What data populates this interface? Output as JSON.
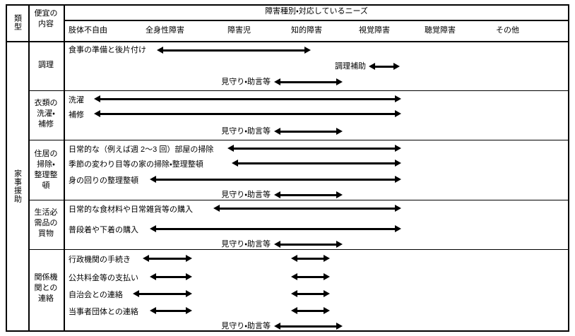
{
  "table": {
    "columns": {
      "type_header": "類型",
      "content_header": "便宜の内容",
      "content_header_l1": "便宜の",
      "content_header_l2": "内容",
      "needs_header": "障害種別・対応しているニーズ",
      "disability_types": [
        "肢体不自由",
        "全身性障害",
        "障害児",
        "知的障害",
        "視覚障害",
        "聴覚障害",
        "その他"
      ]
    },
    "type_label": "家事援助",
    "watch_label": "見守り・助言等",
    "groups": [
      {
        "name": "調理",
        "name_lines": [
          "調理"
        ],
        "items": [
          {
            "label": "食事の準備と後片付け",
            "arrows": [
              {
                "from": 222,
                "to": 440
              }
            ]
          },
          {
            "label": "調理補助",
            "label_align": "right",
            "arrows": [
              {
                "from": 522,
                "to": 566
              }
            ]
          }
        ],
        "watch": {
          "from": 388,
          "to": 485
        }
      },
      {
        "name": "衣類の洗濯・補修",
        "name_lines": [
          "衣類の",
          "洗濯・",
          "補修"
        ],
        "items": [
          {
            "label": "洗濯",
            "arrows": [
              {
                "from": 133,
                "to": 568
              }
            ]
          },
          {
            "label": "補修",
            "arrows": [
              {
                "from": 133,
                "to": 568
              }
            ]
          }
        ],
        "watch": {
          "from": 388,
          "to": 485
        }
      },
      {
        "name": "住居の掃除・整理整頓",
        "name_lines": [
          "住居の",
          "掃除・",
          "整理整",
          "頓"
        ],
        "items": [
          {
            "label": "日常的な（例えば週 2〜3 回）部屋の掃除",
            "arrows": [
              {
                "from": 322,
                "to": 568
              }
            ]
          },
          {
            "label": "季節の変わり目等の家の掃除・整理整頓",
            "arrows": [
              {
                "from": 328,
                "to": 568
              }
            ]
          },
          {
            "label": "身の回りの整理整頓",
            "arrows": [
              {
                "from": 212,
                "to": 568
              }
            ]
          }
        ],
        "watch": {
          "from": 388,
          "to": 485
        }
      },
      {
        "name": "生活必需品の買物",
        "name_lines": [
          "生活必",
          "需品の",
          "買物"
        ],
        "items": [
          {
            "label": "日常的な食材料や日常雑貨等の購入",
            "arrows": [
              {
                "from": 302,
                "to": 568
              }
            ]
          },
          {
            "label": "普段着や下着の購入",
            "arrows": [
              {
                "from": 212,
                "to": 568
              }
            ]
          }
        ],
        "watch": {
          "from": 388,
          "to": 485
        }
      },
      {
        "name": "関係機関との連絡",
        "name_lines": [
          "関係機",
          "関との",
          "連絡"
        ],
        "items": [
          {
            "label": "行政機関の手続き",
            "arrows": [
              {
                "from": 202,
                "to": 272
              },
              {
                "from": 412,
                "to": 467
              }
            ]
          },
          {
            "label": "公共料金等の支払い",
            "arrows": [
              {
                "from": 212,
                "to": 272
              },
              {
                "from": 412,
                "to": 467
              }
            ]
          },
          {
            "label": "自治会との連絡",
            "arrows": [
              {
                "from": 188,
                "to": 272
              },
              {
                "from": 412,
                "to": 467
              }
            ]
          },
          {
            "label": "当事者団体との連絡",
            "arrows": [
              {
                "from": 212,
                "to": 272
              },
              {
                "from": 412,
                "to": 467
              }
            ]
          }
        ],
        "watch": {
          "from": 388,
          "to": 485
        }
      }
    ]
  }
}
